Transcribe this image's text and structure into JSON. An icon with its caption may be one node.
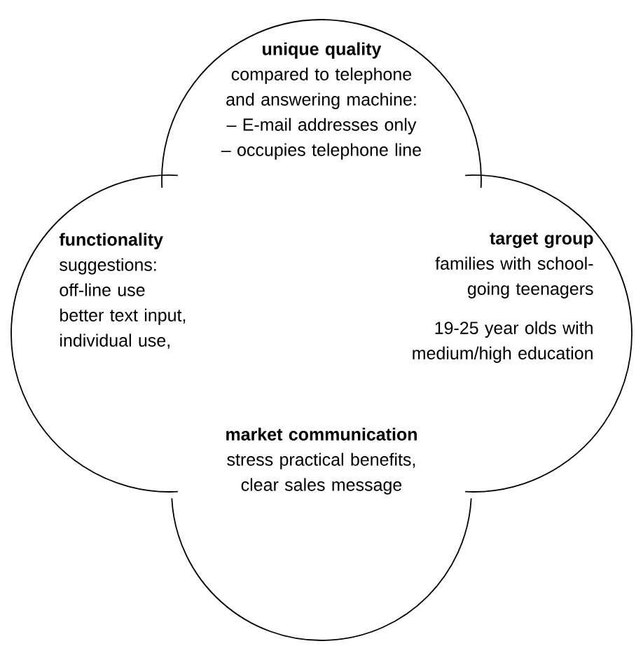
{
  "diagram": {
    "nodes": [
      {
        "text": [
          "unique quality",
          "compared to telephone and answering machine:",
          "– E-mail addresses only",
          "– occupies telephone line"
        ]
      },
      {
        "text": [
          "functionality",
          "suggestions:",
          "off-line use",
          "better text input,",
          "individual use,"
        ]
      },
      {
        "text": [
          "target group",
          "families with school-going teenagers",
          "19-25 year olds with medium/high education"
        ]
      },
      {
        "text": [
          "market communication",
          "stress practical benefits, clear sales message"
        ]
      }
    ]
  }
}
